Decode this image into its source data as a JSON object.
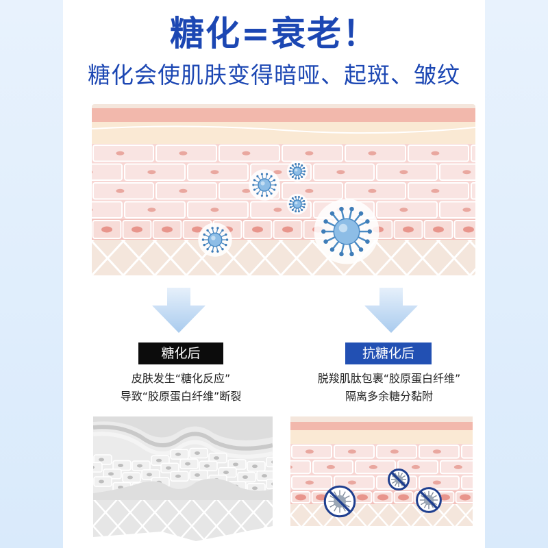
{
  "header": {
    "title": "糖化=衰老！",
    "subtitle": "糖化会使肌肤变得暗哑、起斑、皱纹"
  },
  "colors": {
    "brand_blue": "#1c47b3",
    "tag_black": "#0c0c0c",
    "tag_blue": "#2250b3",
    "skin_pink": "#f6d9d6",
    "virus_blue": "#4a8ac4"
  },
  "icons": {
    "arrow": "down-arrow-icon",
    "virus": "virus-icon",
    "prohibited_virus": "prohibited-virus-icon"
  },
  "left_column": {
    "tag": "糖化后",
    "desc_line1": "皮肤发生“糖化反应”",
    "desc_line2": "导致“胶原蛋白纤维”断裂"
  },
  "right_column": {
    "tag": "抗糖化后",
    "desc_line1": "脱羧肌肽包裹“胶原蛋白纤维”",
    "desc_line2": "隔离多余糖分黏附"
  }
}
